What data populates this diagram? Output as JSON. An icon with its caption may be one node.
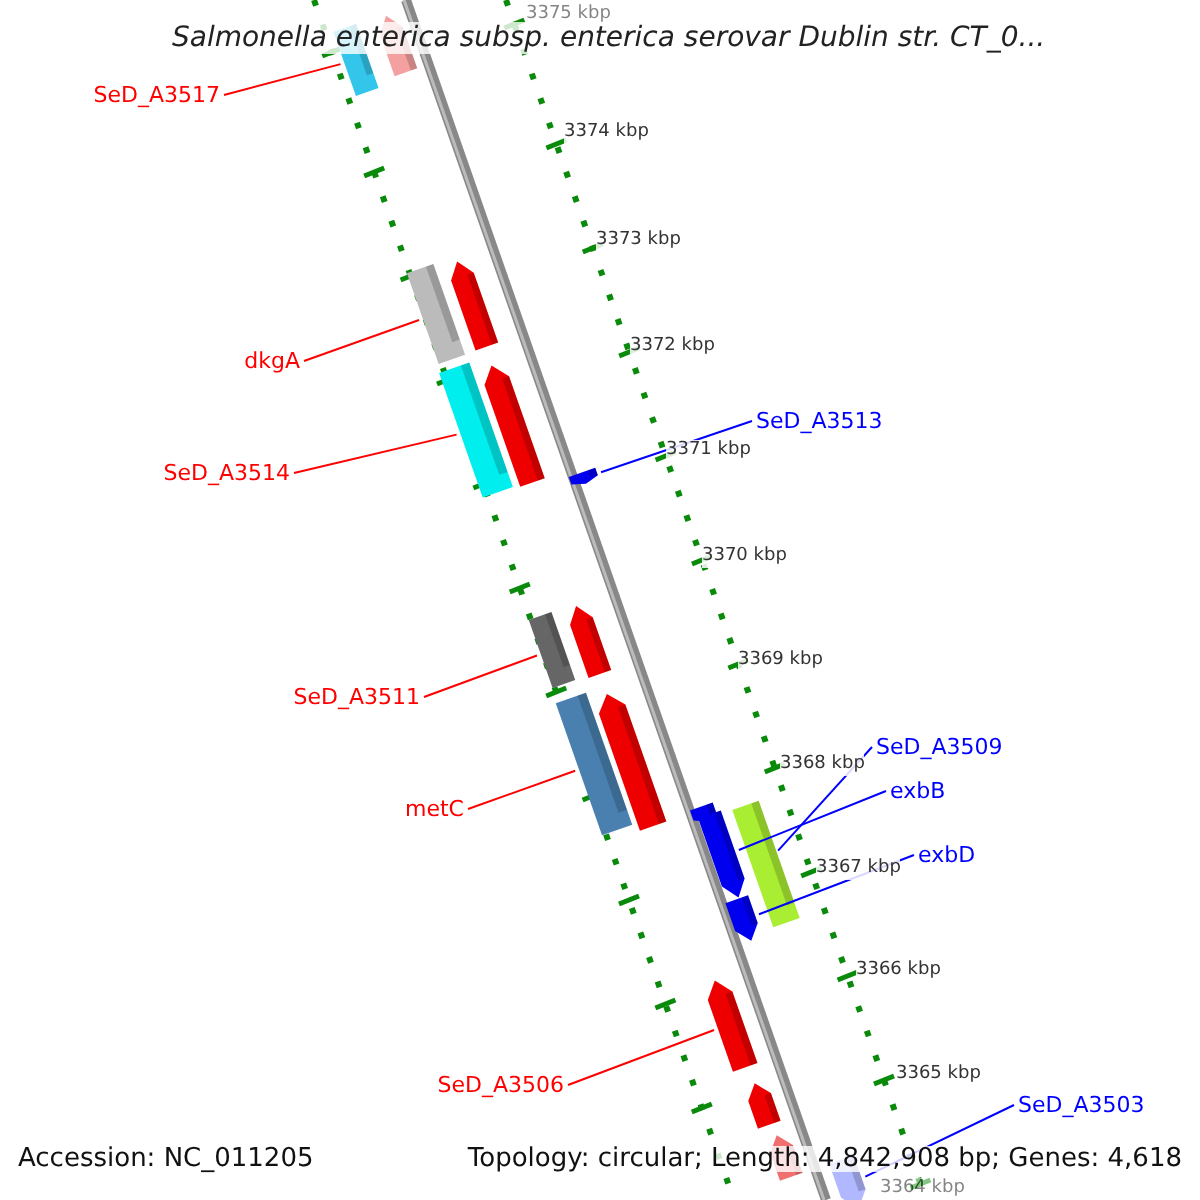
{
  "diagram": {
    "title": "Salmonella enterica subsp. enterica serovar Dublin str. CT_0...",
    "nodes": [
      {
        "text": [
          "SeD_A3517"
        ]
      },
      {
        "text": [
          "dkgA"
        ]
      },
      {
        "text": [
          "SeD_A3514"
        ]
      },
      {
        "text": [
          "SeD_A3513"
        ]
      },
      {
        "text": [
          "SeD_A3511"
        ]
      },
      {
        "text": [
          "SeD_A3509"
        ]
      },
      {
        "text": [
          "metC"
        ]
      },
      {
        "text": [
          "exbB"
        ]
      },
      {
        "text": [
          "exbD"
        ]
      },
      {
        "text": [
          "SeD_A3506"
        ]
      },
      {
        "text": [
          "SeD_A3503"
        ]
      },
      {
        "text": [],
        "shape": "bar"
      },
      {
        "text": [],
        "shape": "bar"
      },
      {
        "text": [],
        "shape": "bar"
      },
      {
        "text": [],
        "shape": "bar"
      },
      {
        "text": [],
        "shape": "bar"
      },
      {
        "text": [],
        "shape": "bar"
      },
      {
        "text": [],
        "shape": "bar"
      },
      {
        "text": [],
        "shape": "bar"
      },
      {
        "text": [],
        "shape": "bar"
      },
      {
        "text": [],
        "shape": "bar"
      },
      {
        "text": [],
        "shape": "bar"
      },
      {
        "text": [],
        "shape": "bar"
      },
      {
        "text": [],
        "shape": "bar"
      },
      {
        "text": [],
        "shape": "bar"
      },
      {
        "text": [],
        "shape": "bar"
      },
      {
        "text": [],
        "shape": "bar"
      },
      {
        "text": [],
        "shape": "bar"
      },
      {
        "text": [],
        "shape": "bar"
      },
      {
        "text": [],
        "shape": "bar"
      }
    ],
    "edges": [
      {
        "from": 0,
        "to": 11,
        "arrow": "none"
      },
      {
        "from": 1,
        "to": 12,
        "arrow": "none"
      },
      {
        "from": 2,
        "to": 13,
        "arrow": "none"
      },
      {
        "from": 3,
        "to": 14,
        "arrow": "none",
        "color": "#0000ff"
      },
      {
        "from": 4,
        "to": 15,
        "arrow": "none"
      },
      {
        "from": 5,
        "to": 18,
        "arrow": "none",
        "color": "#0000ff"
      },
      {
        "from": 6,
        "to": 16,
        "arrow": "none"
      },
      {
        "from": 7,
        "to": 17,
        "arrow": "none",
        "color": "#0000ff"
      },
      {
        "from": 8,
        "to": 19,
        "arrow": "none",
        "color": "#0000ff"
      },
      {
        "from": 9,
        "to": 20,
        "arrow": "none"
      },
      {
        "from": 10,
        "to": 21,
        "arrow": "none",
        "color": "#0000ff"
      }
    ],
    "labels": [
      "3375 kbp",
      "3374 kbp",
      "3373 kbp",
      "3372 kbp",
      "3371 kbp",
      "3370 kbp",
      "3369 kbp",
      "3368 kbp",
      "3367 kbp",
      "3366 kbp",
      "3365 kbp",
      "3364 kbp",
      "Accession: NC_011205",
      "Topology: circular; Length: 4,842,908 bp; Genes: 4,618"
    ]
  }
}
